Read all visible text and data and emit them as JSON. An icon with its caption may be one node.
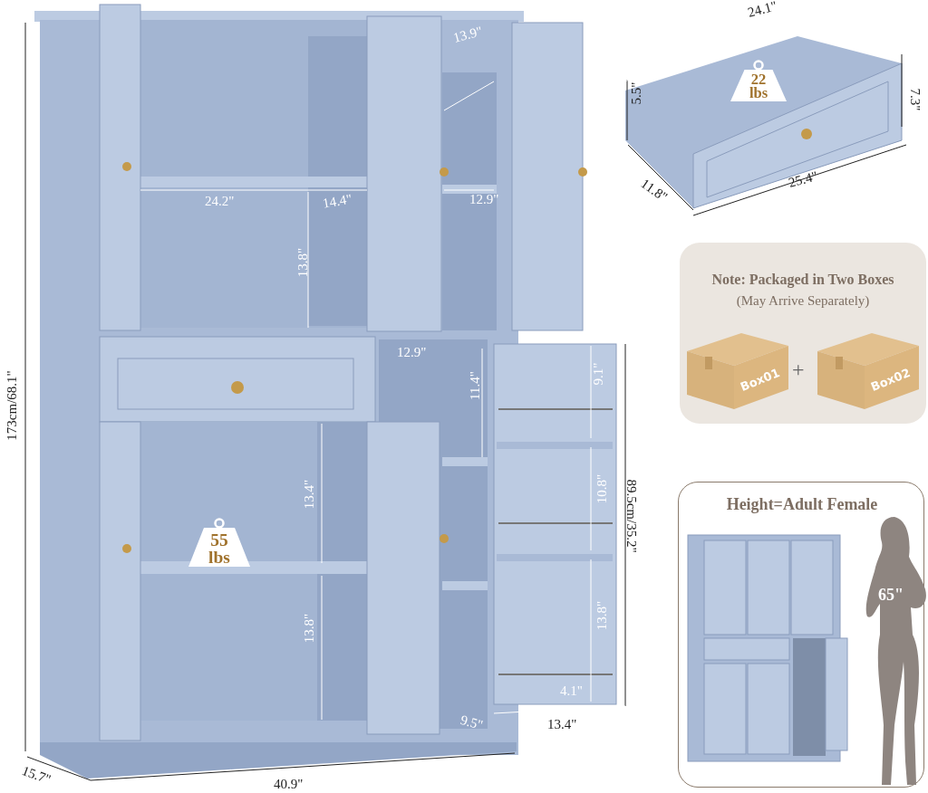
{
  "diagram": {
    "nodes": [
      {
        "text": [
          "22 lbs"
        ]
      },
      {
        "text": [
          "Note: Packaged in Two Boxes",
          "(May Arrive Separately)"
        ]
      },
      {
        "text": [
          "Box01"
        ],
        "in": 1
      },
      {
        "text": [
          "Box02"
        ],
        "in": 1
      },
      {
        "text": [
          "55 lbs"
        ]
      },
      {
        "text": [
          "Height=Adult Female"
        ]
      },
      {
        "text": [
          "65\""
        ],
        "in": 5
      }
    ],
    "edges": [],
    "labels": [
      "13.9\"",
      "24.1\"",
      "5.5\"",
      "7.3\"",
      "24.2\"",
      "14.4\"",
      "12.9\"",
      "11.8\"",
      "25.4\"",
      "13.8\"",
      "12.9\"",
      "9.1\"",
      "11.4\"",
      "173cm/68.1\"",
      "13.4\"",
      "10.8\"",
      "89.5cm/35.2\"",
      "13.8\"",
      "13.8\"",
      "4.1\"",
      "9.5\"",
      "13.4\"",
      "15.7\"",
      "40.9\"",
      "+"
    ]
  }
}
